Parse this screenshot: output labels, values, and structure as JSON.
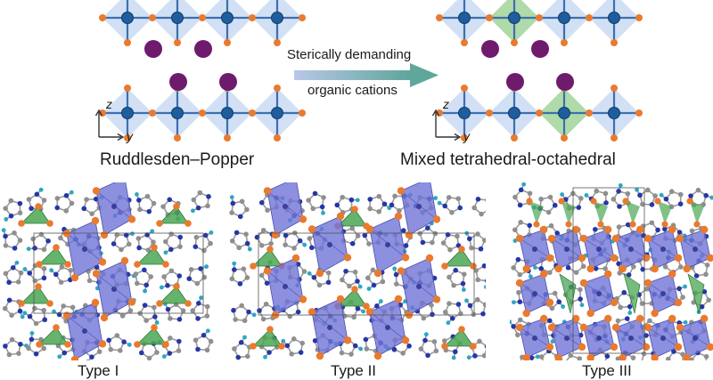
{
  "headings": {
    "left": "Ruddlesden–Popper",
    "right": "Mixed tetrahedral-octahedral"
  },
  "transition": {
    "line1": "Sterically demanding",
    "line2": "organic cations"
  },
  "axes": {
    "vertical": "z",
    "horizontal": "y"
  },
  "types": [
    "Type I",
    "Type II",
    "Type III"
  ],
  "colors": {
    "octahedron": "#c9dbf3",
    "tetrahedron": "#a6d6a0",
    "metal": "#1f5d9c",
    "halide": "#ea7a2e",
    "cation": "#6e1b6e",
    "polyhedron_blue": "#6f74d6",
    "polyhedron_green": "#4aa654",
    "carbon": "#8f8f8f",
    "nitrogen": "#2537a8",
    "hydrogen": "#2aa7c4",
    "arrow": "#5aa29a"
  }
}
